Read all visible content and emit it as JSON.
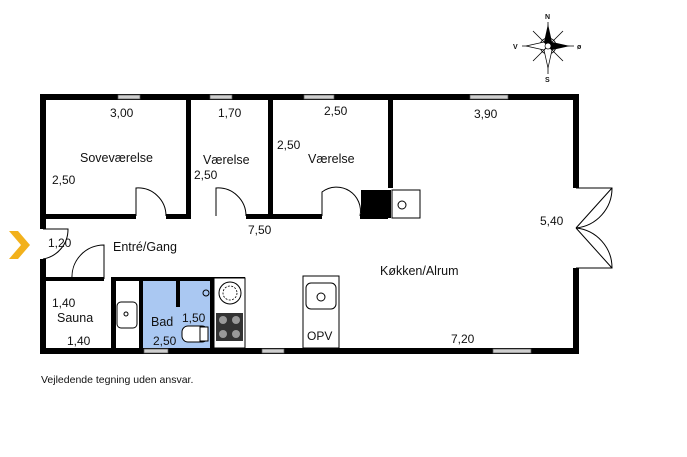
{
  "compass": {
    "n": "N",
    "s": "S",
    "e": "ø",
    "w": "V"
  },
  "rooms": {
    "sovevaerelse": "Soveværelse",
    "vaerelse_1": "Værelse",
    "vaerelse_2": "Værelse",
    "entre": "Entré/Gang",
    "kokken": "Køkken/Alrum",
    "sauna": "Sauna",
    "bad": "Bad",
    "opv": "OPV"
  },
  "dimensions": {
    "sove_width": "3,00",
    "sove_depth": "2,50",
    "vaer1_width": "1,70",
    "vaer1_depth": "2,50",
    "vaer2_width": "2,50",
    "vaer2_depth": "2,50",
    "kok_width_top": "3,90",
    "kok_depth": "5,40",
    "gang_length": "7,50",
    "entre_width": "1,20",
    "sauna_depth": "1,40",
    "sauna_width": "1,40",
    "bad_depth": "1,50",
    "bad_width": "2,50",
    "kok_width_bottom": "7,20"
  },
  "footer": {
    "disclaimer": "Vejledende tegning uden ansvar."
  },
  "colors": {
    "wall": "#000000",
    "bath": "#aac8f2",
    "arrow": "#f2b11c",
    "window": "#cfcfcf"
  }
}
